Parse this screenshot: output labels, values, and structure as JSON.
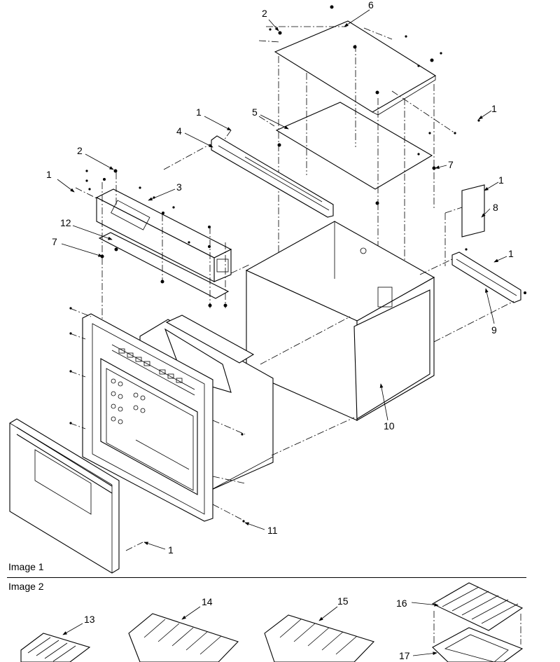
{
  "images": [
    {
      "caption": "Image 1"
    },
    {
      "caption": "Image 2"
    }
  ],
  "callouts": [
    {
      "id": "c-2a",
      "label": "2"
    },
    {
      "id": "c-6",
      "label": "6"
    },
    {
      "id": "c-1a",
      "label": "1"
    },
    {
      "id": "c-5",
      "label": "5"
    },
    {
      "id": "c-1b",
      "label": "1"
    },
    {
      "id": "c-4",
      "label": "4"
    },
    {
      "id": "c-7a",
      "label": "7"
    },
    {
      "id": "c-2b",
      "label": "2"
    },
    {
      "id": "c-1c",
      "label": "1"
    },
    {
      "id": "c-3",
      "label": "3"
    },
    {
      "id": "c-12",
      "label": "12"
    },
    {
      "id": "c-7b",
      "label": "7"
    },
    {
      "id": "c-1d",
      "label": "1"
    },
    {
      "id": "c-8",
      "label": "8"
    },
    {
      "id": "c-1e",
      "label": "1"
    },
    {
      "id": "c-9",
      "label": "9"
    },
    {
      "id": "c-10",
      "label": "10"
    },
    {
      "id": "c-11",
      "label": "11"
    },
    {
      "id": "c-1f",
      "label": "1"
    },
    {
      "id": "c-13",
      "label": "13"
    },
    {
      "id": "c-14",
      "label": "14"
    },
    {
      "id": "c-15",
      "label": "15"
    },
    {
      "id": "c-16",
      "label": "16"
    },
    {
      "id": "c-17",
      "label": "17"
    }
  ]
}
